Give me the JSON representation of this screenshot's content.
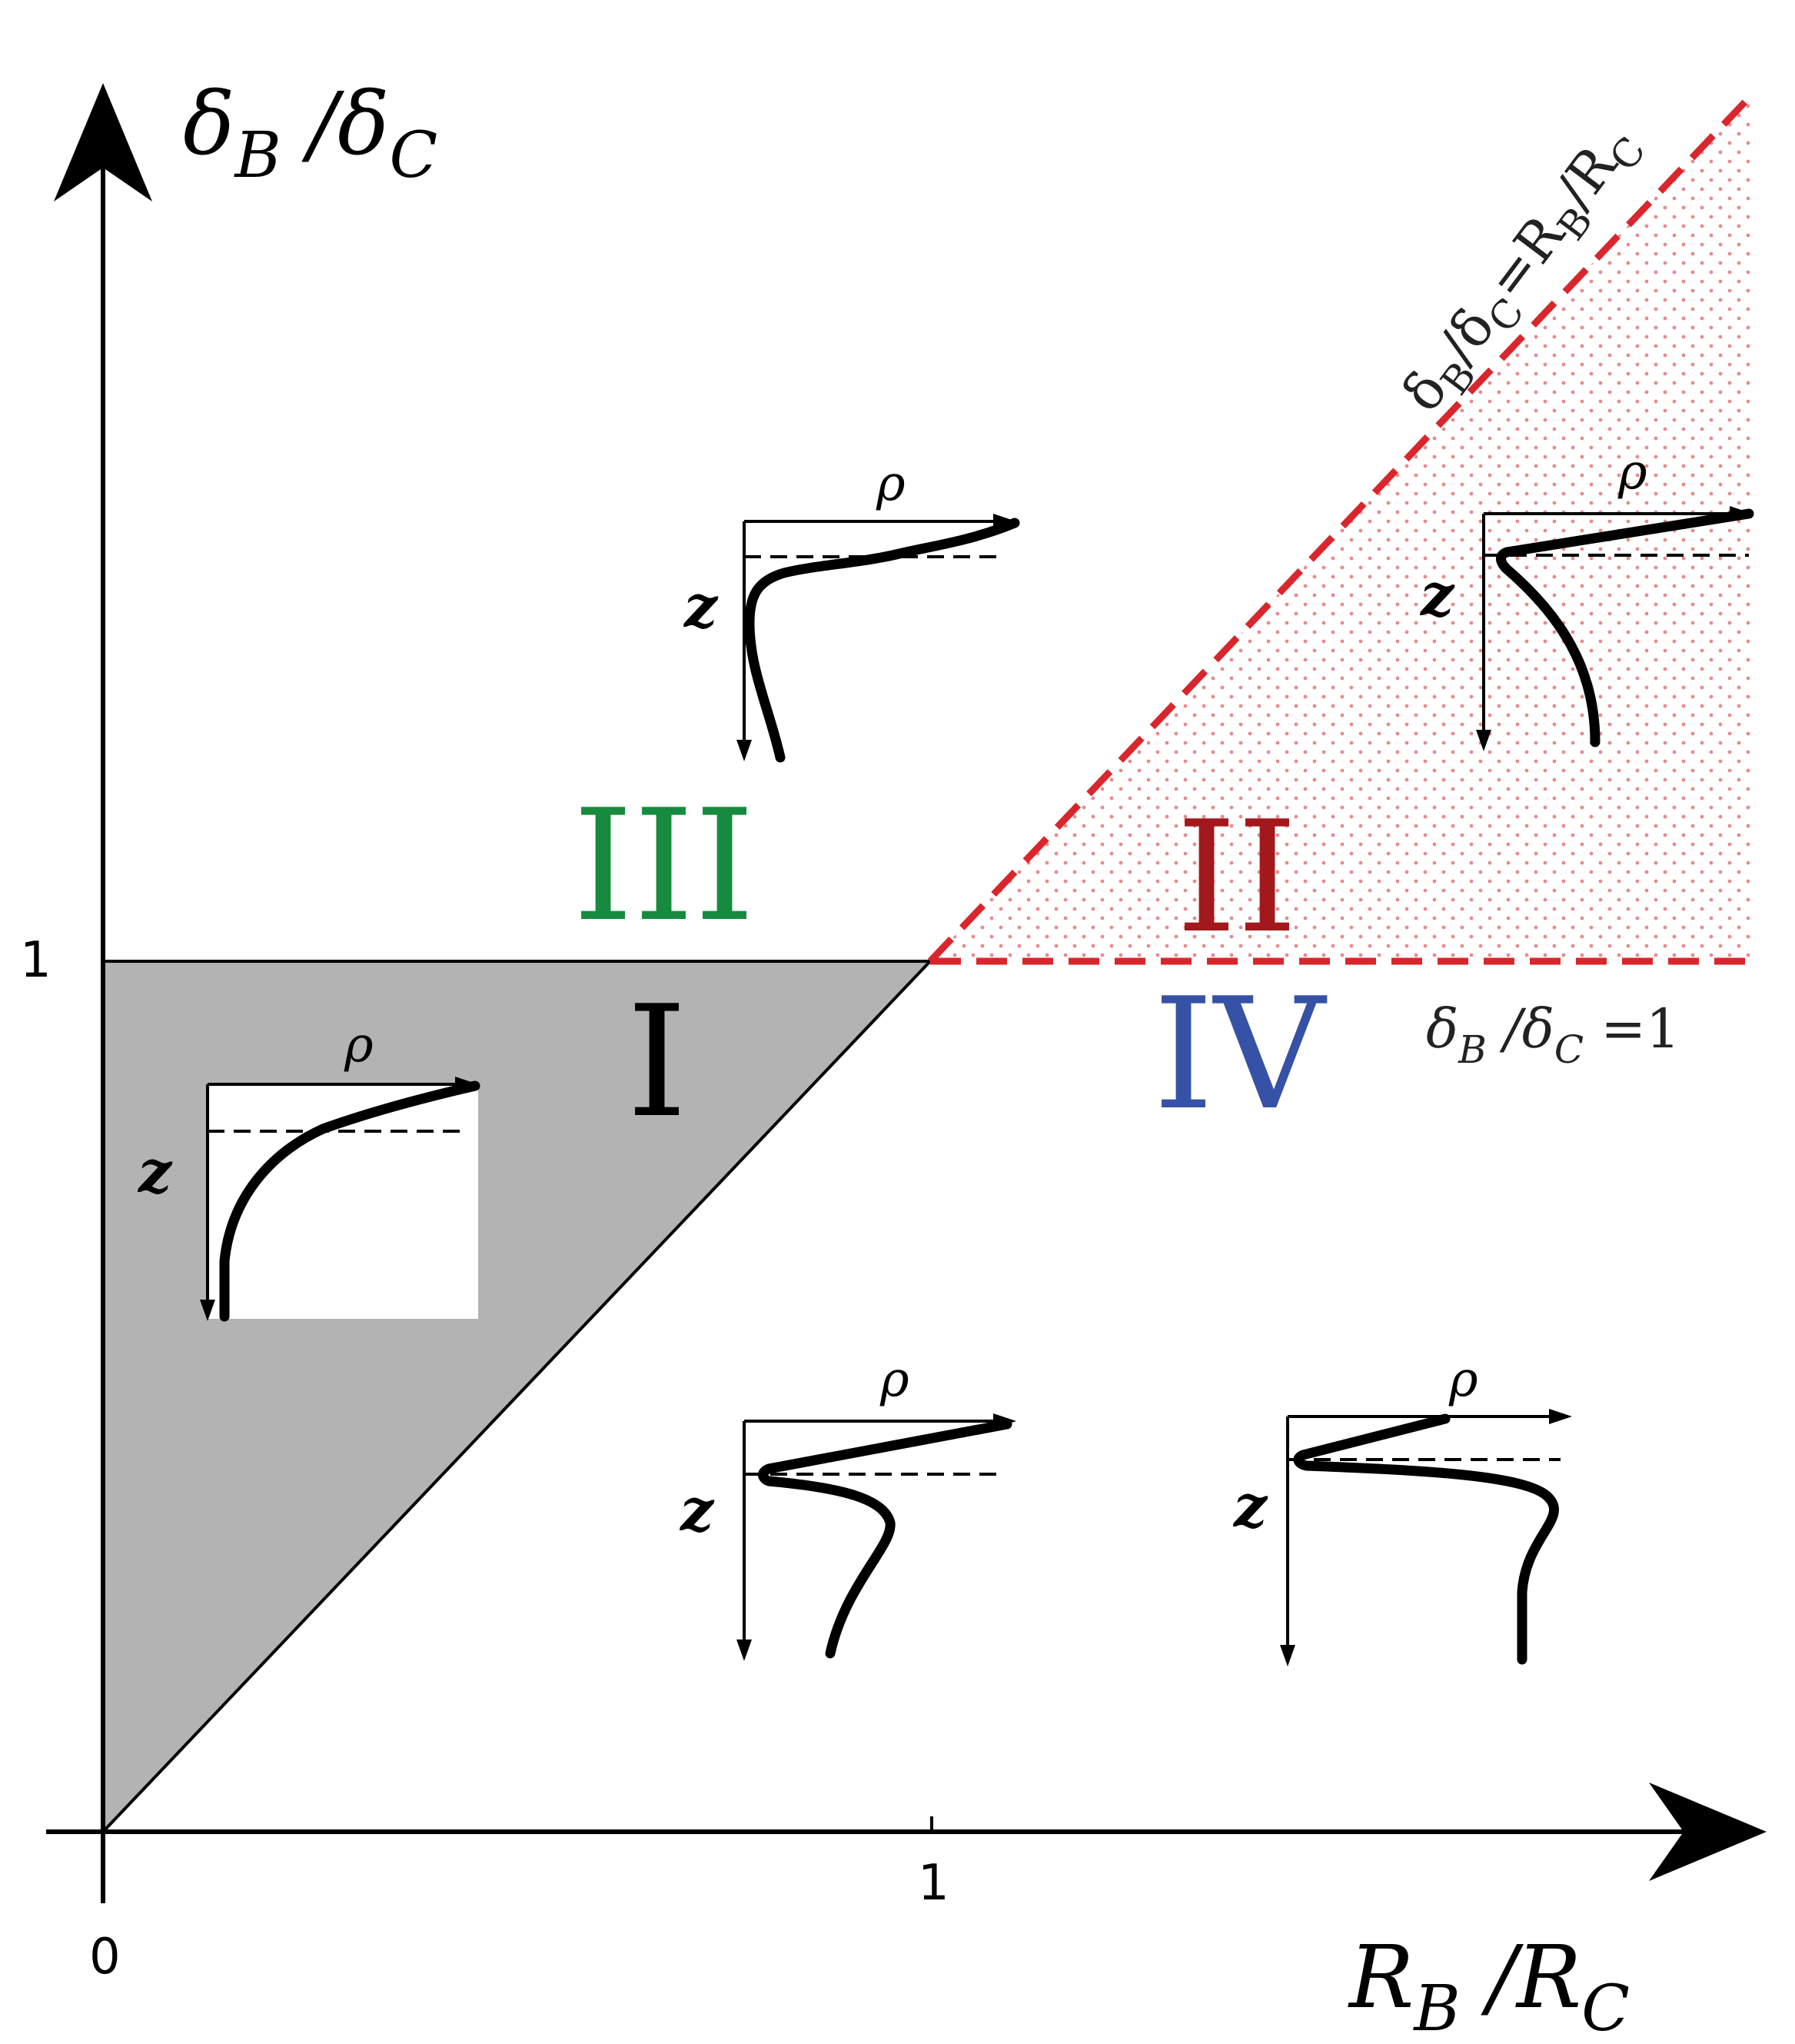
{
  "axes": {
    "y_label_main": "δ",
    "y_label_sub1": "B",
    "y_label_sep": " /δ",
    "y_label_sub2": "C",
    "x_label_main": "R",
    "x_label_sub1": "B",
    "x_label_sep": " /R",
    "x_label_sub2": "C",
    "origin_tick": "0",
    "x_tick_one": "1",
    "y_tick_one": "1"
  },
  "regions": {
    "I": {
      "label": "I",
      "color": "#000000"
    },
    "II": {
      "label": "II",
      "color": "#a3181c"
    },
    "III": {
      "label": "III",
      "color": "#178a3f"
    },
    "IV": {
      "label": "IV",
      "color": "#3552a6"
    }
  },
  "boundaries": {
    "diag_prefix": "δ",
    "diag_sub1": "B",
    "diag_mid": "/δ",
    "diag_sub2": "C",
    "diag_eq": "=R",
    "diag_sub3": "B",
    "diag_end": "/R",
    "diag_sub4": "C",
    "horiz_prefix": "δ",
    "horiz_sub1": "B",
    "horiz_mid": " /δ",
    "horiz_sub2": "C",
    "horiz_eq": " =1"
  },
  "insets": {
    "rho": "ρ",
    "z": "z"
  },
  "colors": {
    "shade": "#b3b3b3",
    "dashed": "#d9262c",
    "dots": "#e88a8e"
  }
}
